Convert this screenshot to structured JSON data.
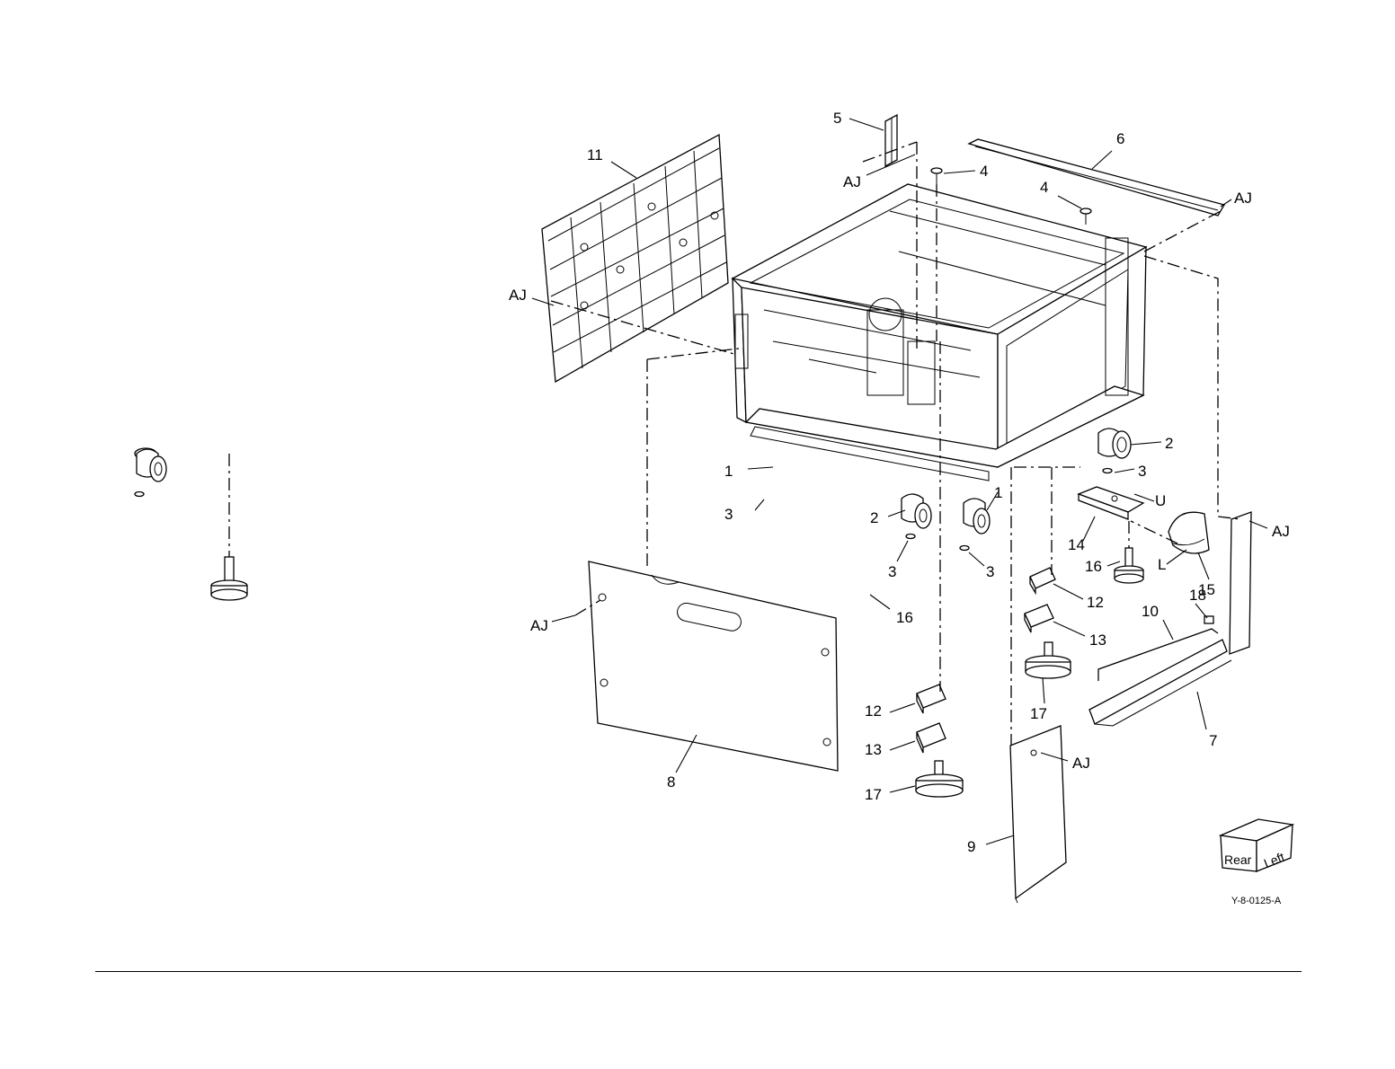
{
  "callouts": {
    "c1a": "1",
    "c1b": "1",
    "c2a": "2",
    "c2b": "2",
    "c3a": "3",
    "c3b": "3",
    "c3c": "3",
    "c3d": "3",
    "c4a": "4",
    "c4b": "4",
    "c5": "5",
    "c6": "6",
    "c7": "7",
    "c8": "8",
    "c9": "9",
    "c10": "10",
    "c11": "11",
    "c12a": "12",
    "c12b": "12",
    "c13a": "13",
    "c13b": "13",
    "c14": "14",
    "c15": "15",
    "c16a": "16",
    "c16b": "16",
    "c17a": "17",
    "c17b": "17",
    "c18": "18",
    "aj1": "AJ",
    "aj2": "AJ",
    "aj3": "AJ",
    "aj4": "AJ",
    "aj5": "AJ",
    "aj6": "AJ",
    "u": "U",
    "l": "L"
  },
  "orientation_cube": {
    "front": "Rear",
    "side": "Left"
  },
  "figure_ref": "Y-8-0125-A"
}
